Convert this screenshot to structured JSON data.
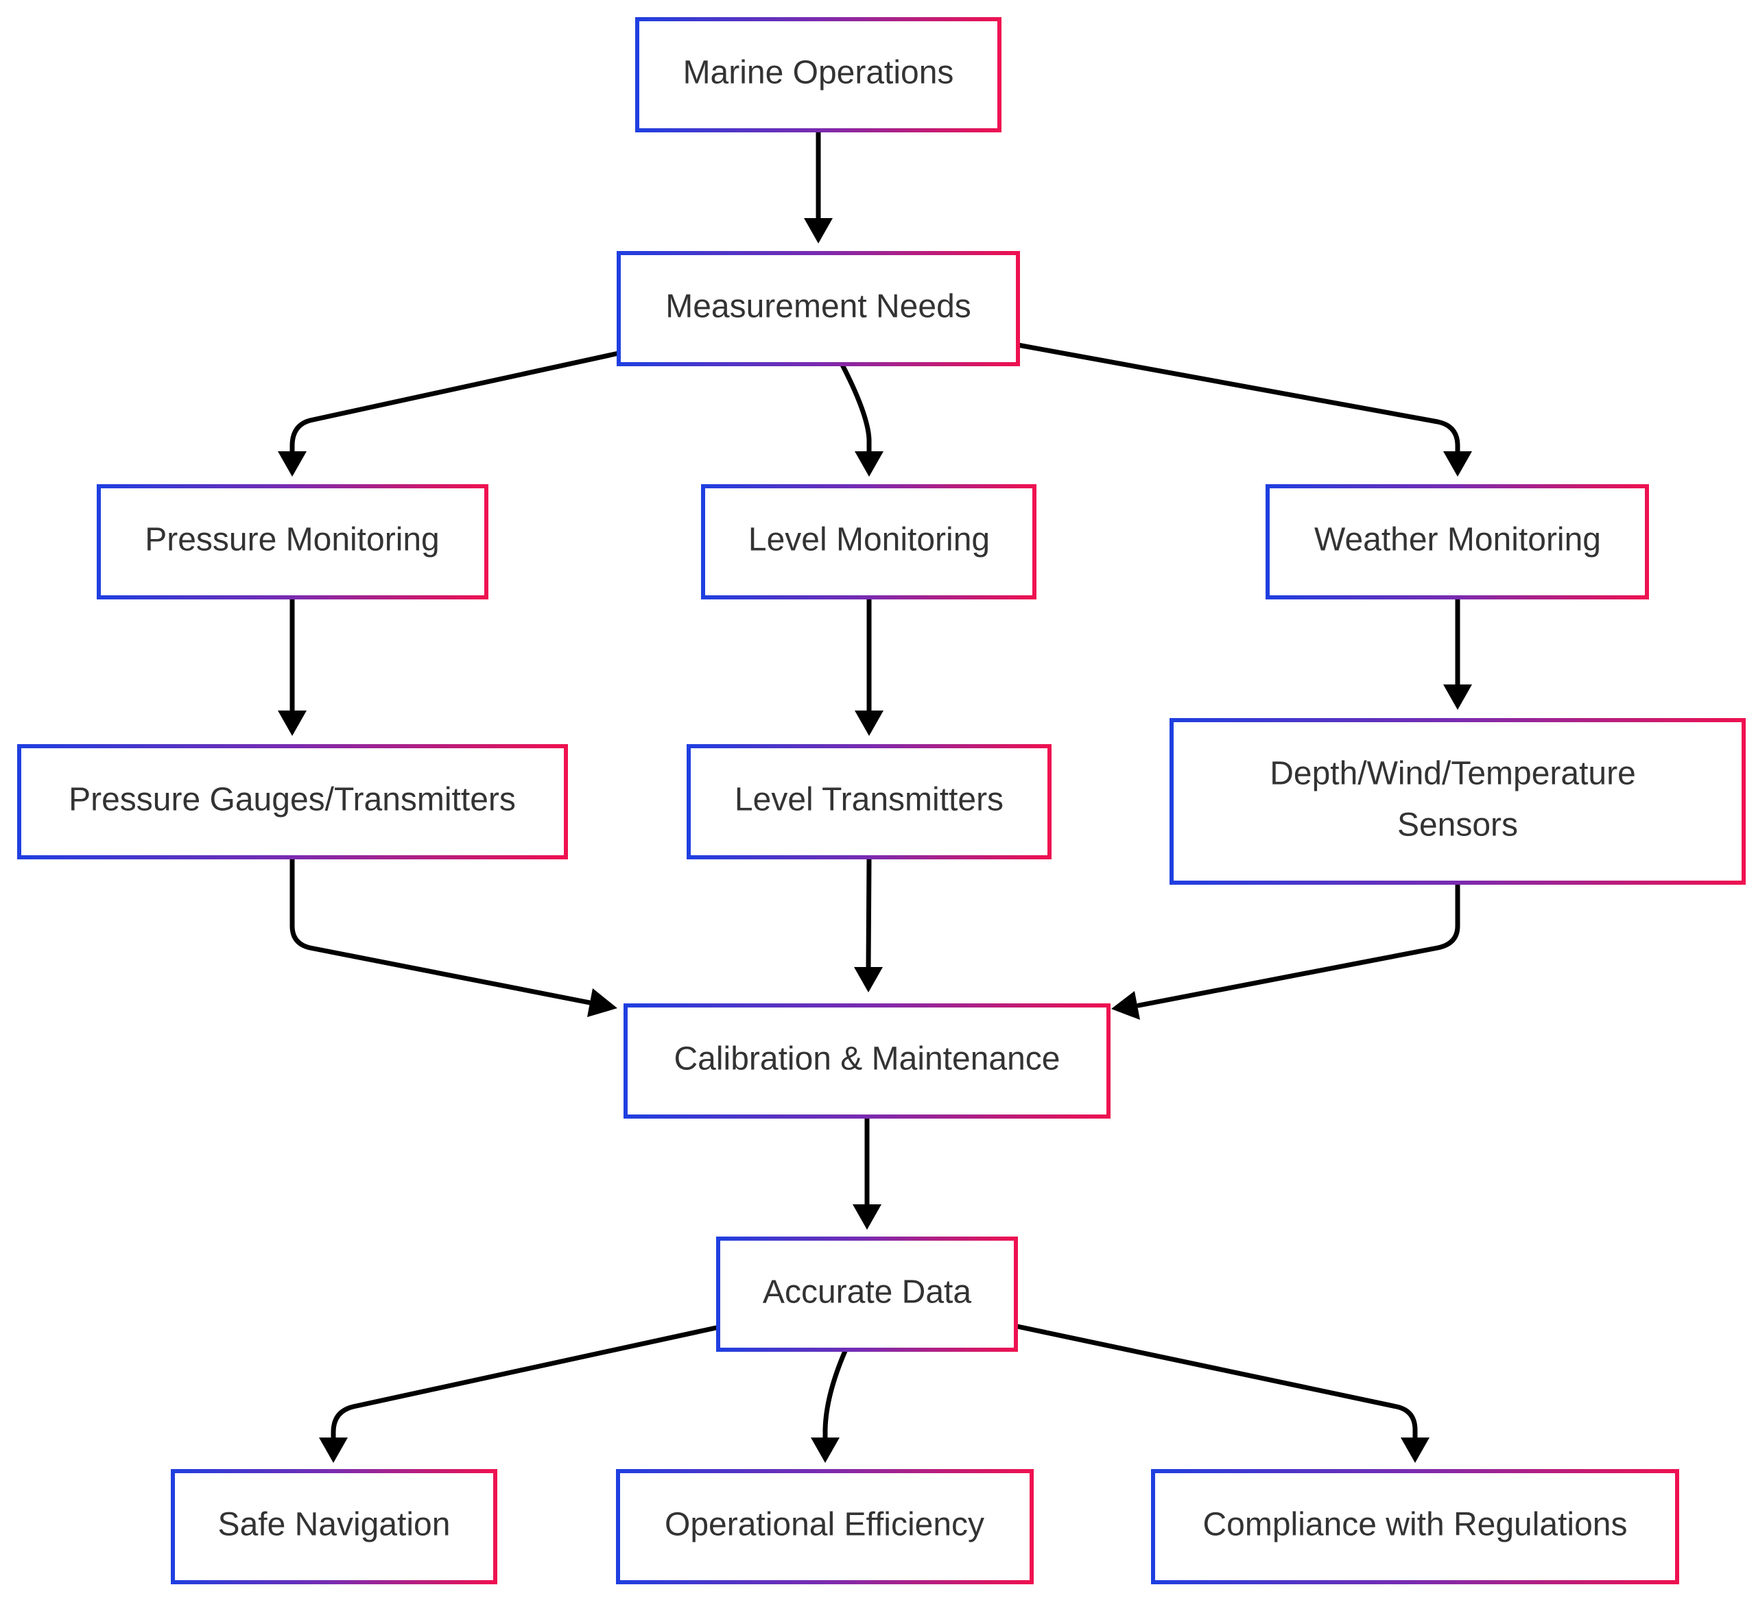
{
  "diagram": {
    "type": "flowchart",
    "colors": {
      "border_gradient_start": "#1f3fe0",
      "border_gradient_mid": "#7a2bb0",
      "border_gradient_end": "#ee1150",
      "edge": "#000000",
      "text": "#333333",
      "background": "#ffffff"
    },
    "nodes": {
      "marine_operations": "Marine Operations",
      "measurement_needs": "Measurement Needs",
      "pressure_monitoring": "Pressure Monitoring",
      "level_monitoring": "Level Monitoring",
      "weather_monitoring": "Weather Monitoring",
      "pressure_gauges": "Pressure Gauges/Transmitters",
      "level_transmitters": "Level Transmitters",
      "sensors_line1": "Depth/Wind/Temperature",
      "sensors_line2": "Sensors",
      "calibration": "Calibration & Maintenance",
      "accurate_data": "Accurate Data",
      "safe_navigation": "Safe Navigation",
      "operational_efficiency": "Operational Efficiency",
      "compliance": "Compliance with Regulations"
    },
    "edges": [
      [
        "marine_operations",
        "measurement_needs"
      ],
      [
        "measurement_needs",
        "pressure_monitoring"
      ],
      [
        "measurement_needs",
        "level_monitoring"
      ],
      [
        "measurement_needs",
        "weather_monitoring"
      ],
      [
        "pressure_monitoring",
        "pressure_gauges"
      ],
      [
        "level_monitoring",
        "level_transmitters"
      ],
      [
        "weather_monitoring",
        "sensors"
      ],
      [
        "pressure_gauges",
        "calibration"
      ],
      [
        "level_transmitters",
        "calibration"
      ],
      [
        "sensors",
        "calibration"
      ],
      [
        "calibration",
        "accurate_data"
      ],
      [
        "accurate_data",
        "safe_navigation"
      ],
      [
        "accurate_data",
        "operational_efficiency"
      ],
      [
        "accurate_data",
        "compliance"
      ]
    ]
  }
}
